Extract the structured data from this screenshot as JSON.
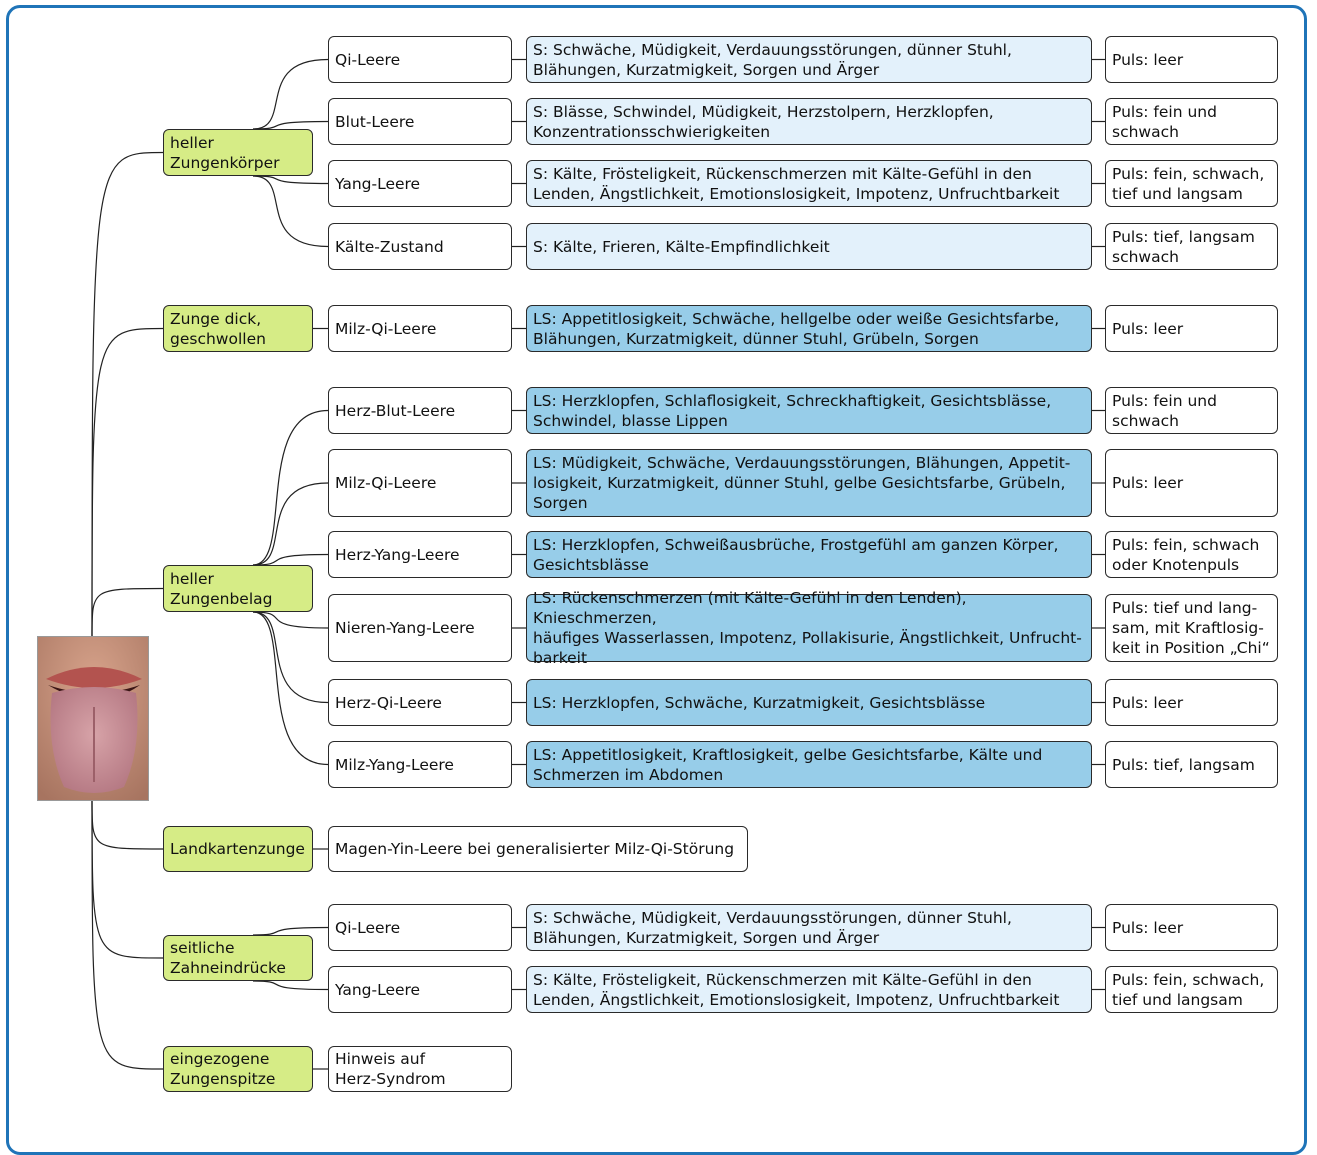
{
  "categories": [
    {
      "label": "heller\nZungenkörper",
      "rows": [
        {
          "syndrome": "Qi-Leere",
          "symptoms": "S: Schwäche, Müdigkeit, Verdauungsstörungen, dünner Stuhl,\nBlähungen, Kurzatmigkeit, Sorgen und Ärger",
          "shade": "light",
          "pulse": "Puls: leer"
        },
        {
          "syndrome": "Blut-Leere",
          "symptoms": "S: Blässe, Schwindel, Müdigkeit, Herzstolpern, Herzklopfen,\nKonzentrationsschwierigkeiten",
          "shade": "light",
          "pulse": "Puls: fein und\nschwach"
        },
        {
          "syndrome": "Yang-Leere",
          "symptoms": "S: Kälte, Frösteligkeit, Rückenschmerzen mit Kälte-Gefühl in den\nLenden, Ängstlichkeit, Emotionslosigkeit, Impotenz, Unfruchtbarkeit",
          "shade": "light",
          "pulse": "Puls: fein, schwach,\ntief und langsam"
        },
        {
          "syndrome": "Kälte-Zustand",
          "symptoms": "S: Kälte, Frieren, Kälte-Empfindlichkeit",
          "shade": "light",
          "pulse": "Puls: tief, langsam\nschwach"
        }
      ]
    },
    {
      "label": "Zunge dick,\ngeschwollen",
      "rows": [
        {
          "syndrome": "Milz-Qi-Leere",
          "symptoms": "LS: Appetitlosigkeit, Schwäche, hellgelbe oder weiße Gesichtsfarbe,\nBlähungen, Kurzatmigkeit, dünner Stuhl, Grübeln, Sorgen",
          "shade": "dark",
          "pulse": "Puls: leer"
        }
      ]
    },
    {
      "label": "heller\nZungenbelag",
      "rows": [
        {
          "syndrome": "Herz-Blut-Leere",
          "symptoms": "LS: Herzklopfen, Schlaflosigkeit, Schreckhaftigkeit, Gesichtsblässe,\nSchwindel, blasse Lippen",
          "shade": "dark",
          "pulse": "Puls: fein und\nschwach"
        },
        {
          "syndrome": "Milz-Qi-Leere",
          "symptoms": "LS: Müdigkeit, Schwäche, Verdauungsstörungen, Blähungen, Appetit-\nlosigkeit, Kurzatmigkeit, dünner Stuhl, gelbe Gesichtsfarbe, Grübeln,\nSorgen",
          "shade": "dark",
          "pulse": "Puls: leer"
        },
        {
          "syndrome": "Herz-Yang-Leere",
          "symptoms": "LS: Herzklopfen, Schweißausbrüche, Frostgefühl am ganzen Körper,\nGesichtsblässe",
          "shade": "dark",
          "pulse": "Puls: fein, schwach\noder Knotenpuls"
        },
        {
          "syndrome": "Nieren-Yang-Leere",
          "symptoms": "LS: Rückenschmerzen (mit Kälte-Gefühl in den Lenden), Knieschmerzen,\nhäufiges Wasserlassen, Impotenz, Pollakisurie, Ängstlichkeit, Unfrucht-\nbarkeit",
          "shade": "dark",
          "pulse": "Puls: tief und lang-\nsam, mit Kraftlosig-\nkeit in Position „Chi“"
        },
        {
          "syndrome": "Herz-Qi-Leere",
          "symptoms": "LS: Herzklopfen, Schwäche, Kurzatmigkeit, Gesichtsblässe",
          "shade": "dark",
          "pulse": "Puls: leer"
        },
        {
          "syndrome": "Milz-Yang-Leere",
          "symptoms": "LS: Appetitlosigkeit, Kraftlosigkeit, gelbe Gesichtsfarbe, Kälte und\nSchmerzen im Abdomen",
          "shade": "dark",
          "pulse": "Puls: tief, langsam"
        }
      ]
    },
    {
      "label": "Landkartenzunge",
      "rows": [
        {
          "syndrome": "Magen-Yin-Leere bei generalisierter Milz-Qi-Störung"
        }
      ]
    },
    {
      "label": "seitliche\nZahneindrücke",
      "rows": [
        {
          "syndrome": "Qi-Leere",
          "symptoms": "S: Schwäche, Müdigkeit, Verdauungsstörungen, dünner Stuhl,\nBlähungen, Kurzatmigkeit, Sorgen und Ärger",
          "shade": "light",
          "pulse": "Puls: leer"
        },
        {
          "syndrome": "Yang-Leere",
          "symptoms": "S: Kälte, Frösteligkeit, Rückenschmerzen mit Kälte-Gefühl in den\nLenden, Ängstlichkeit, Emotionslosigkeit, Impotenz, Unfruchtbarkeit",
          "shade": "light",
          "pulse": "Puls: fein, schwach,\ntief und langsam"
        }
      ]
    },
    {
      "label": "eingezogene\nZungenspitze",
      "rows": [
        {
          "syndrome": "Hinweis auf\nHerz-Syndrom"
        }
      ]
    }
  ],
  "colors": {
    "category_fill": "#d6ec86",
    "symptom_light": "#e3f1fb",
    "symptom_dark": "#97cde9",
    "frame": "#1f74b8"
  }
}
